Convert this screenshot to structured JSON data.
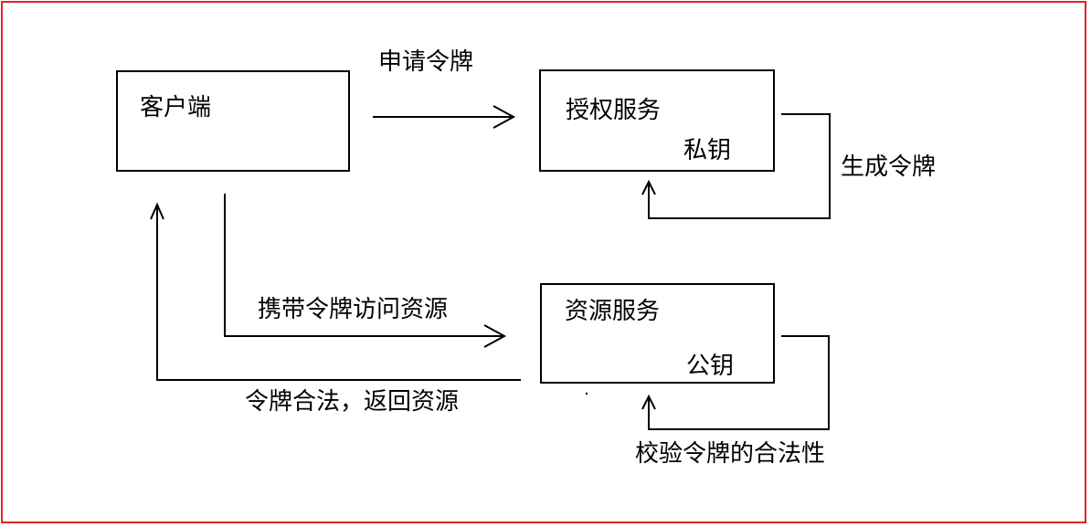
{
  "boxes": {
    "client": {
      "title": "客户端"
    },
    "auth": {
      "title": "授权服务",
      "note": "私钥"
    },
    "resource": {
      "title": "资源服务",
      "note": "公钥"
    }
  },
  "edges": {
    "request_token": "申请令牌",
    "generate_token": "生成令牌",
    "access_with_token": "携带令牌访问资源",
    "token_valid_return": "令牌合法，返回资源",
    "verify_token": "校验令牌的合法性"
  },
  "colors": {
    "frame": "#e0242a",
    "line": "#000000"
  }
}
